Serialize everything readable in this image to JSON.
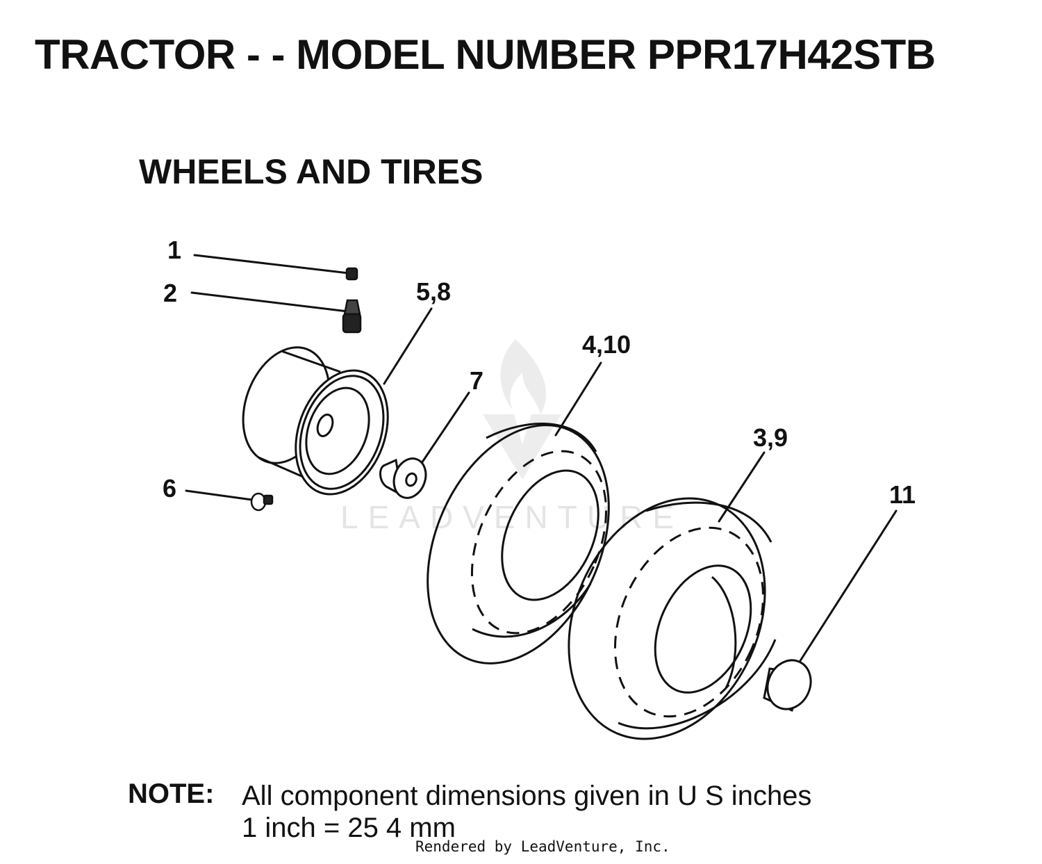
{
  "header": {
    "title": "TRACTOR - - MODEL NUMBER PPR17H42STB",
    "subtitle": "WHEELS AND TIRES"
  },
  "callouts": {
    "c1": "1",
    "c2": "2",
    "c58": "5,8",
    "c6": "6",
    "c7": "7",
    "c410": "4,10",
    "c39": "3,9",
    "c11": "11"
  },
  "watermark": {
    "text": "LEADVENTURE"
  },
  "note": {
    "label": "NOTE:",
    "line1": "All component dimensions given in U S  inches",
    "line2": "1 inch = 25 4 mm"
  },
  "footer": {
    "text": "Rendered by LeadVenture, Inc."
  }
}
